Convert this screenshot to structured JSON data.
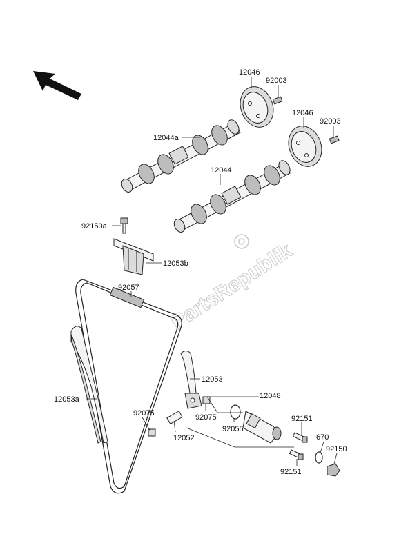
{
  "watermark": "PartsRepublik",
  "callouts": {
    "sprocket_upper": "12046",
    "bolt_upper": "92003",
    "sprocket_lower": "12046",
    "bolt_lower": "92003",
    "camshaft_upper": "12044a",
    "camshaft_lower": "12044",
    "bolt_guide_top": "92150a",
    "guide_top": "12053b",
    "chain": "92057",
    "guide_left": "12053a",
    "tensioner_guide": "12053",
    "tensioner": "12048",
    "collar_left": "92075",
    "collar_right": "92075",
    "oring": "92055",
    "bolt_tensioner_upper": "92151",
    "pin": "12052",
    "gasket": "670",
    "cap_bolt": "92150",
    "bolt_tensioner_lower": "92151"
  },
  "colors": {
    "line": "#222222",
    "fill": "#f4f4f4",
    "shade": "#bdbdbd",
    "watermark": "#c9c9c9"
  }
}
